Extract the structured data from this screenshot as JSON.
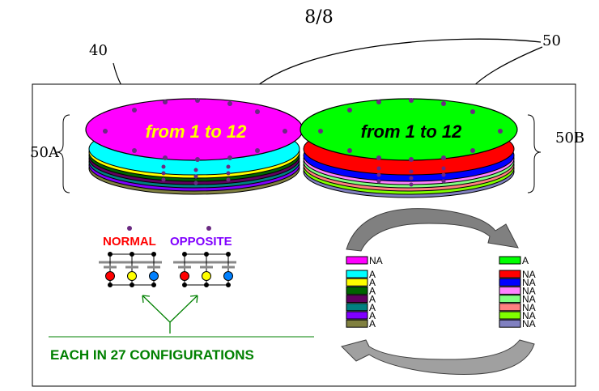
{
  "page_number": "8/8",
  "ref_40": "40",
  "ref_50": "50",
  "ref_50a": "50A",
  "ref_50b": "50B",
  "left_disk_label": "from 1 to 12",
  "right_disk_label": "from 1 to 12",
  "normal_label": "NORMAL",
  "opposite_label": "OPPOSITE",
  "configurations_label": "EACH IN 27 CONFIGURATIONS",
  "left_legend": {
    "top": {
      "color": "#ff00ff",
      "label": "NA"
    },
    "rows": [
      {
        "color": "#00ffff",
        "label": "A"
      },
      {
        "color": "#ffff00",
        "label": "A"
      },
      {
        "color": "#006400",
        "label": "A"
      },
      {
        "color": "#600060",
        "label": "A"
      },
      {
        "color": "#008080",
        "label": "A"
      },
      {
        "color": "#8000ff",
        "label": "A"
      },
      {
        "color": "#808040",
        "label": "A"
      }
    ]
  },
  "right_legend": {
    "top": {
      "color": "#00ff00",
      "label": "A"
    },
    "rows": [
      {
        "color": "#ff0000",
        "label": "NA"
      },
      {
        "color": "#0000ff",
        "label": "NA"
      },
      {
        "color": "#ff80ff",
        "label": "NA"
      },
      {
        "color": "#80ff80",
        "label": "NA"
      },
      {
        "color": "#ff8080",
        "label": "NA"
      },
      {
        "color": "#80ff00",
        "label": "NA"
      },
      {
        "color": "#8080c0",
        "label": "NA"
      }
    ]
  },
  "colors": {
    "left_disk_top": "#ff00ff",
    "right_disk_top": "#00ff00",
    "left_disk_text": "#ffff00",
    "right_disk_text": "#000000",
    "normal_text": "#ff0000",
    "opposite_text": "#8000ff",
    "config_text": "#008000"
  }
}
